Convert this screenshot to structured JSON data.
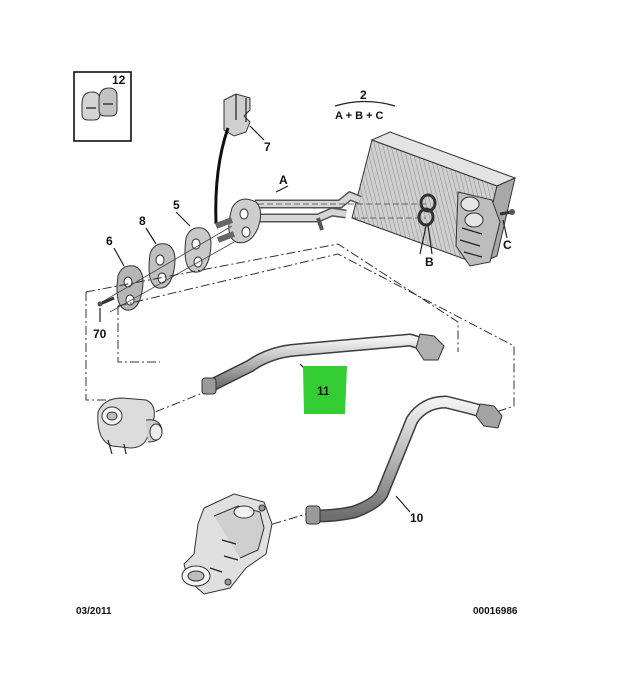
{
  "diagram": {
    "callouts": {
      "c12": "12",
      "c2": "2",
      "formula": "A + B + C",
      "c7": "7",
      "cA": "A",
      "c8": "8",
      "c5": "5",
      "c6": "6",
      "c70": "70",
      "cB": "B",
      "cC": "C",
      "c11": "11",
      "c10": "10"
    },
    "footer": {
      "date": "03/2011",
      "ref": "00016986"
    },
    "colors": {
      "highlight": "#33cc33",
      "line": "#222222",
      "part_light": "#e2e2e2",
      "part_mid": "#b8b8b8",
      "part_dark": "#7a7a7a"
    }
  }
}
